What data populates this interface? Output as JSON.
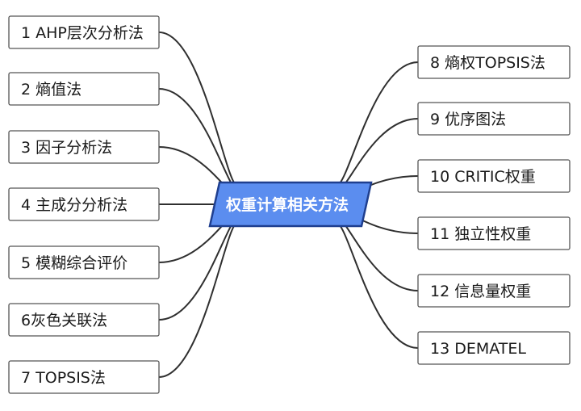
{
  "center": {
    "label": "权重计算相关方法",
    "fill_color": "#5b8def",
    "border_color": "#1f3f8f"
  },
  "left_items": [
    "1 AHP层次分析法",
    "2 熵值法",
    "3 因子分析法",
    "4 主成分分析法",
    "5 模糊综合评价",
    "6灰色关联法",
    "7 TOPSIS法"
  ],
  "right_items": [
    "8 熵权TOPSIS法",
    "9 优序图法",
    "10 CRITIC权重",
    "11 独立性权重",
    "12 信息量权重",
    "13 DEMATEL"
  ]
}
